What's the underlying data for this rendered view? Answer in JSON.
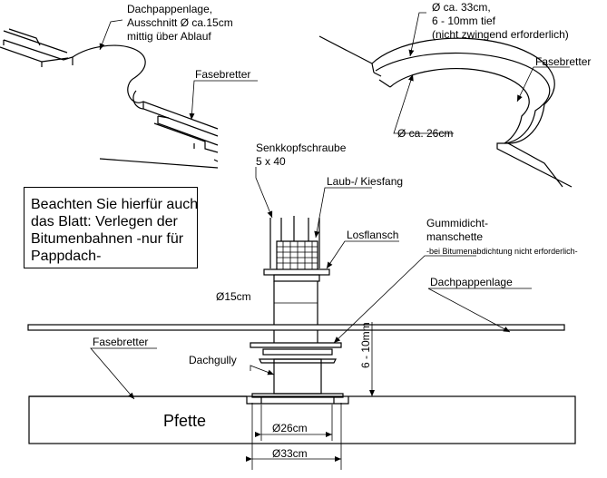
{
  "labels": {
    "dachpappenlage_top_line1": "Dachpappenlage,",
    "dachpappenlage_top_line2": "Ausschnitt Ø ca.15cm",
    "dachpappenlage_top_line3": "mittig über Ablauf",
    "fasebretter_top_left": "Fasebretter",
    "ring_outer_line1": "Ø ca. 33cm,",
    "ring_outer_line2": "6 - 10mm tief",
    "ring_outer_line3": "(nicht zwingend erforderlich)",
    "fasebretter_top_right": "Fasebretter",
    "ring_inner": "Ø ca. 26cm",
    "senkkopf_line1": "Senkkopfschraube",
    "senkkopf_line2": "5 x 40",
    "laub_kiesfang": "Laub-/ Kiesfang",
    "losflansch": "Losflansch",
    "gummi_line1": "Gummidicht-",
    "gummi_line2": "manschette",
    "gummi_line3": "-bei Bitumenabdichtung nicht erforderlich-",
    "d15": "Ø15cm",
    "dachpappenlage_right": "Dachpappenlage",
    "depth": "6 - 10mm",
    "fasebretter_bottom": "Fasebretter",
    "dachgully": "Dachgully",
    "pfette": "Pfette",
    "d26": "Ø26cm",
    "d33": "Ø33cm"
  },
  "note": {
    "line1": "Beachten Sie hierfür auch",
    "line2": "das Blatt: Verlegen der",
    "line3": "Bitumenbahnen -nur für",
    "line4": "Pappdach-"
  }
}
